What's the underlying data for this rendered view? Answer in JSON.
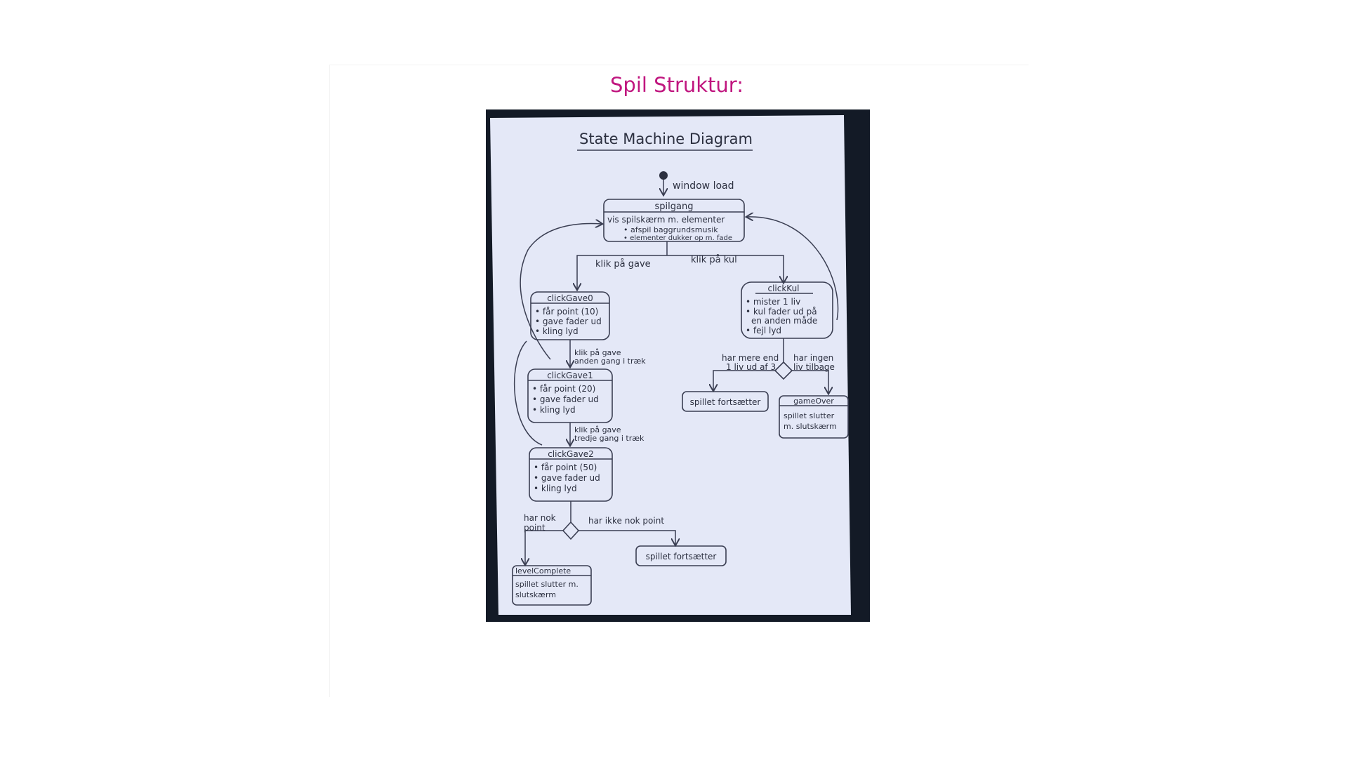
{
  "slide": {
    "title": "Spil Struktur:",
    "title_color": "#c0167f"
  },
  "diagram": {
    "heading": "State Machine Diagram",
    "paper_color": "#e4e8f7",
    "background_color": "#131a26",
    "ink_color": "#2c3040",
    "edges": {
      "window_load": "window load",
      "klik_gave": "klik på gave",
      "klik_kul": "klik på kul",
      "klik_gave_2a": "klik på gave",
      "klik_gave_2b": "anden gang i træk",
      "klik_gave_3a": "klik på gave",
      "klik_gave_3b": "tredje gang i træk",
      "har_nok_a": "har nok",
      "har_nok_b": "point",
      "har_ikke_nok": "har ikke nok point",
      "har_mere_a": "har mere end",
      "har_mere_b": "1 liv ud af 3",
      "har_ingen_a": "har ingen",
      "har_ingen_b": "liv tilbage"
    },
    "states": {
      "spilgang": {
        "name": "spilgang",
        "line1": "vis spilskærm m. elementer",
        "line2": "• afspil baggrundsmusik",
        "line3": "• elementer dukker op m. fade"
      },
      "click_gave0": {
        "name": "clickGave0",
        "line1": "• får point (10)",
        "line2": "• gave fader ud",
        "line3": "• kling lyd"
      },
      "click_gave1": {
        "name": "clickGave1",
        "line1": "• får point (20)",
        "line2": "• gave fader ud",
        "line3": "• kling lyd"
      },
      "click_gave2": {
        "name": "clickGave2",
        "line1": "• får point (50)",
        "line2": "• gave fader ud",
        "line3": "• kling lyd"
      },
      "click_kul": {
        "name": "clickKul",
        "line1": "• mister 1 liv",
        "line2": "• kul fader ud på",
        "line3": "en anden måde",
        "line4": "• fejl lyd"
      },
      "spillet_fortsaetter_right": {
        "name": "spillet fortsætter"
      },
      "spillet_fortsaetter_bottom": {
        "name": "spillet fortsætter"
      },
      "game_over": {
        "name": "gameOver",
        "line1": "spillet slutter",
        "line2": "m. slutskærm"
      },
      "level_complete": {
        "name": "levelComplete",
        "line1": "spillet slutter m.",
        "line2": "slutskærm"
      }
    }
  }
}
